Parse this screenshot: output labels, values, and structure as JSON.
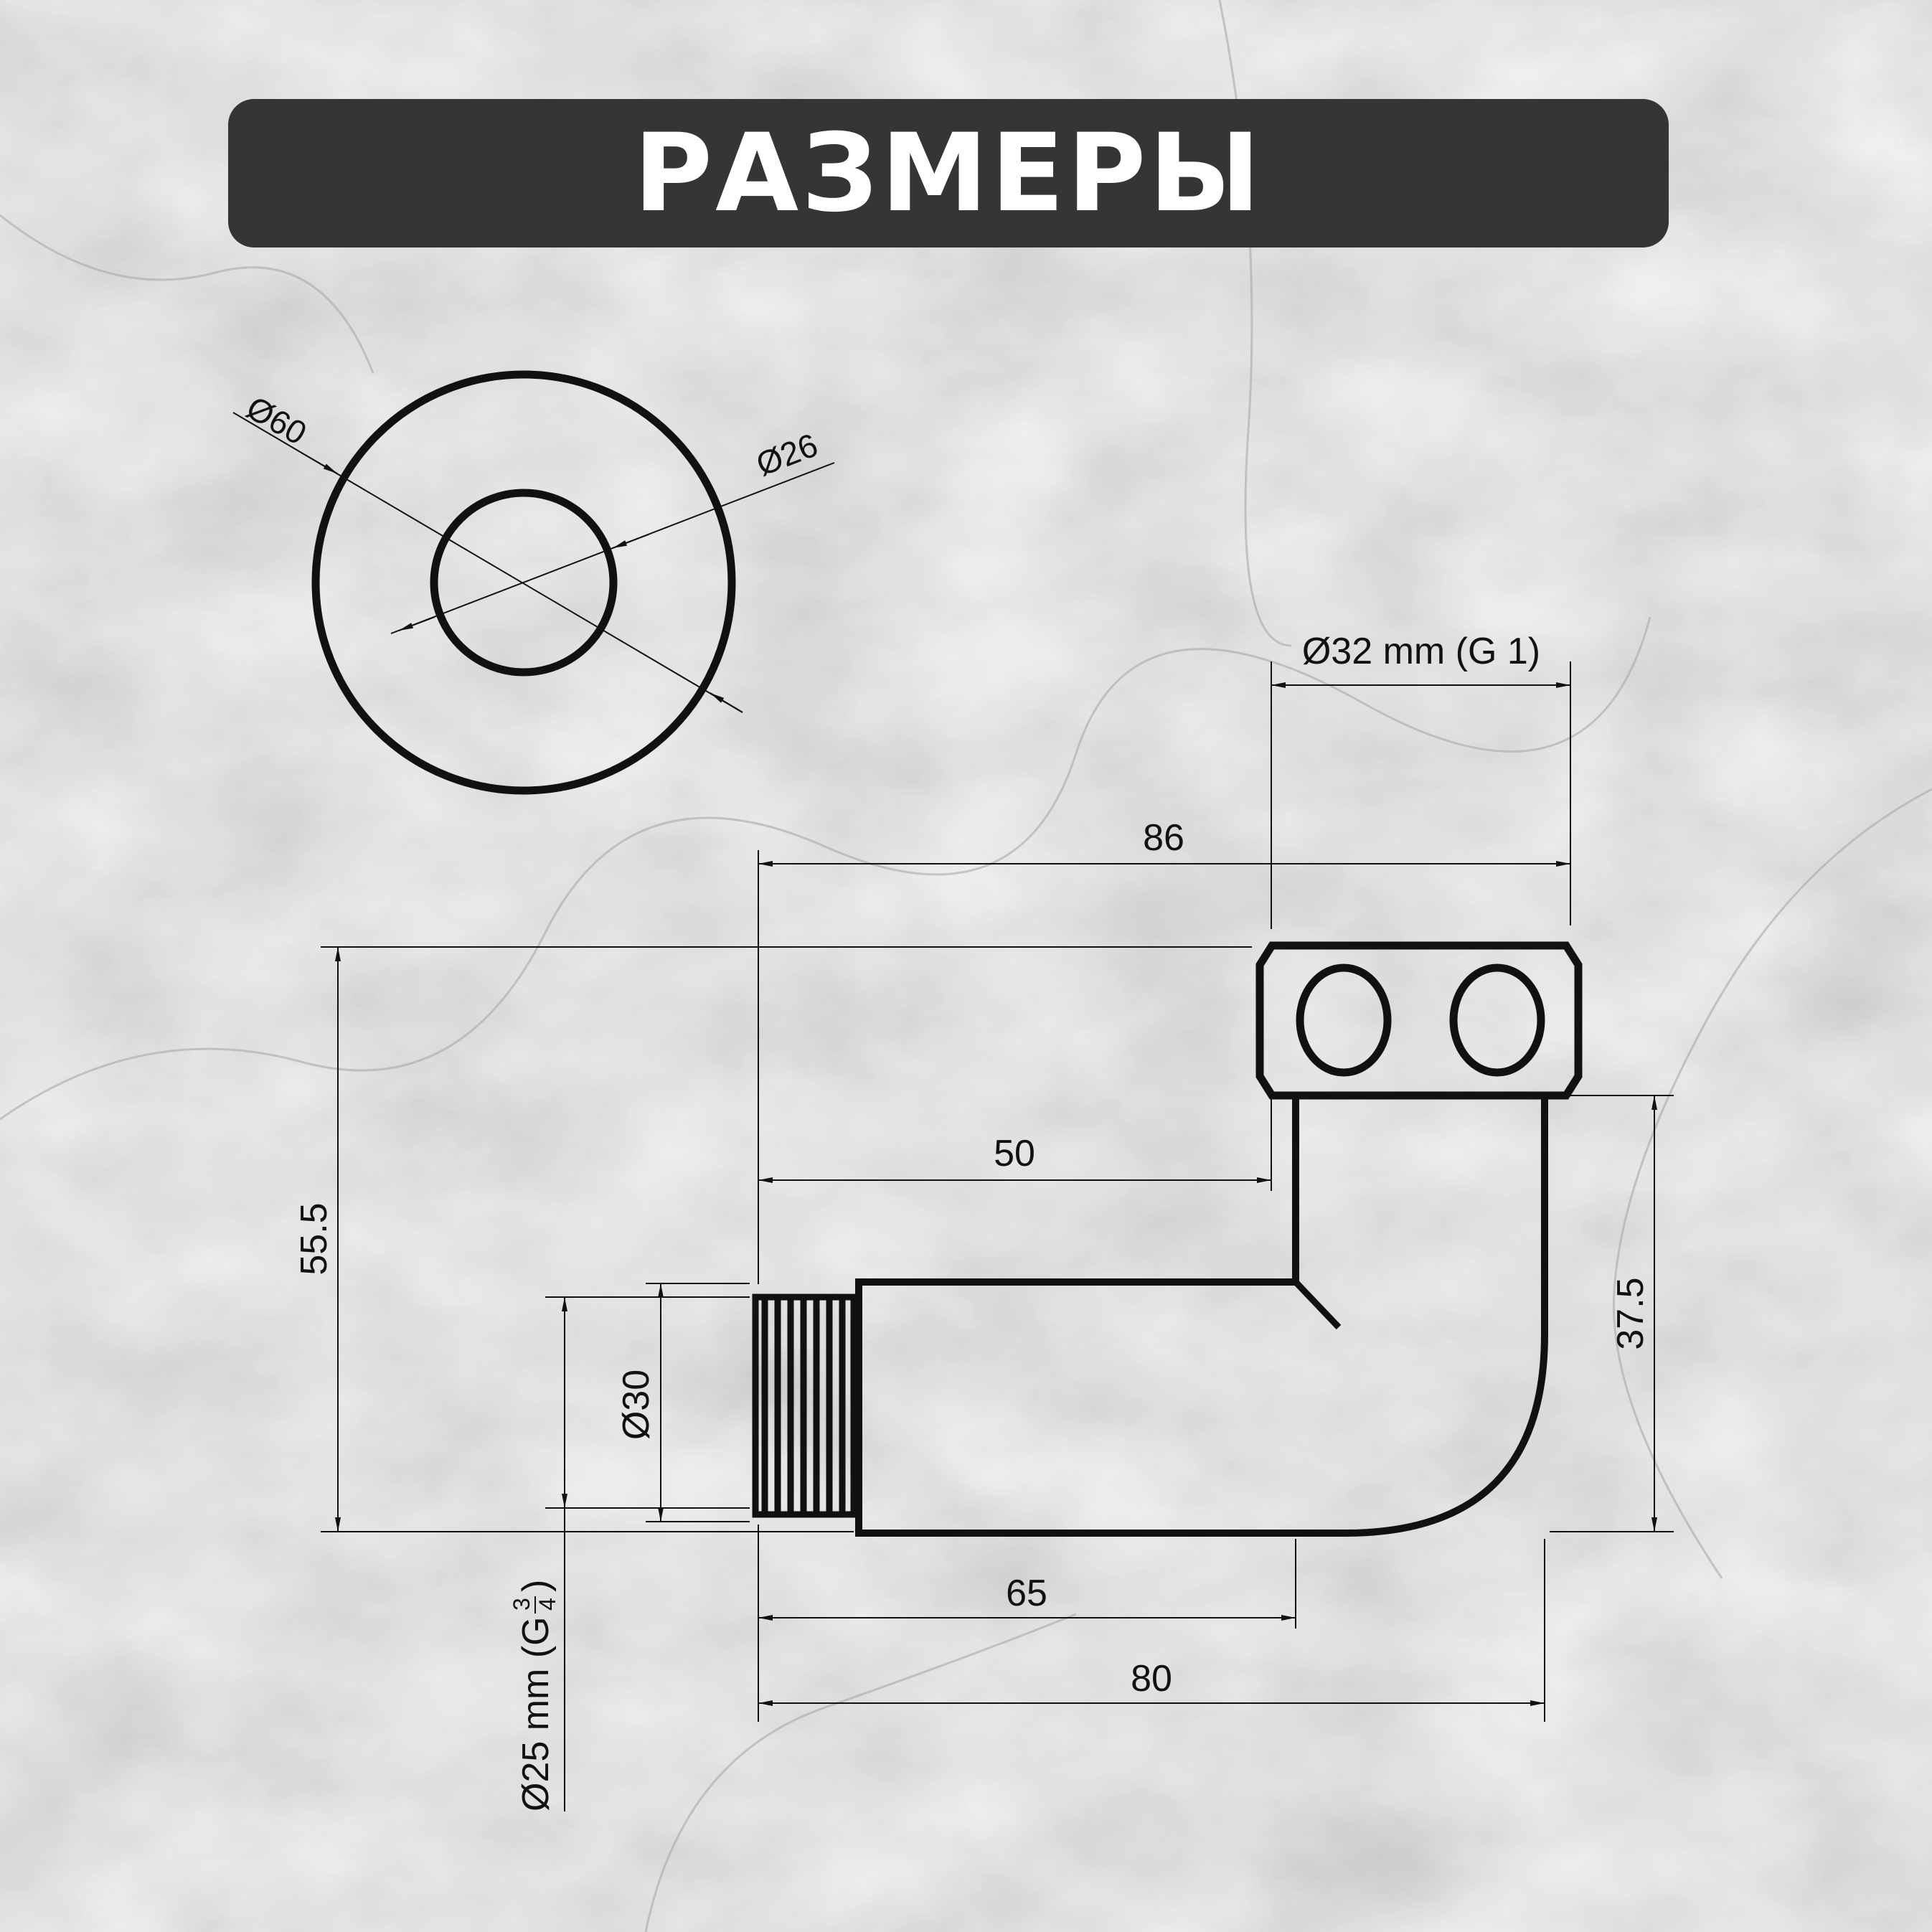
{
  "title": "РАЗМЕРЫ",
  "colors": {
    "background": "#d4d4d4",
    "banner": "#353535",
    "banner_text": "#ffffff",
    "ink": "#111111"
  },
  "front_view": {
    "outer_diameter_label": "Ø60",
    "inner_diameter_label": "Ø26"
  },
  "side_view": {
    "outlet_thread_label": "Ø32 mm (G 1)",
    "overall_length_label": "86",
    "height_label": "55.5",
    "elbow_offset_label": "50",
    "body_diameter_label": "Ø30",
    "vertical_leg_label": "37.5",
    "inlet_thread_label_prefix": "Ø25 mm (G",
    "inlet_thread_fraction_num": "3",
    "inlet_thread_fraction_den": "4",
    "inlet_thread_label_suffix": ")",
    "body_length_label": "65",
    "total_length_label": "80"
  }
}
